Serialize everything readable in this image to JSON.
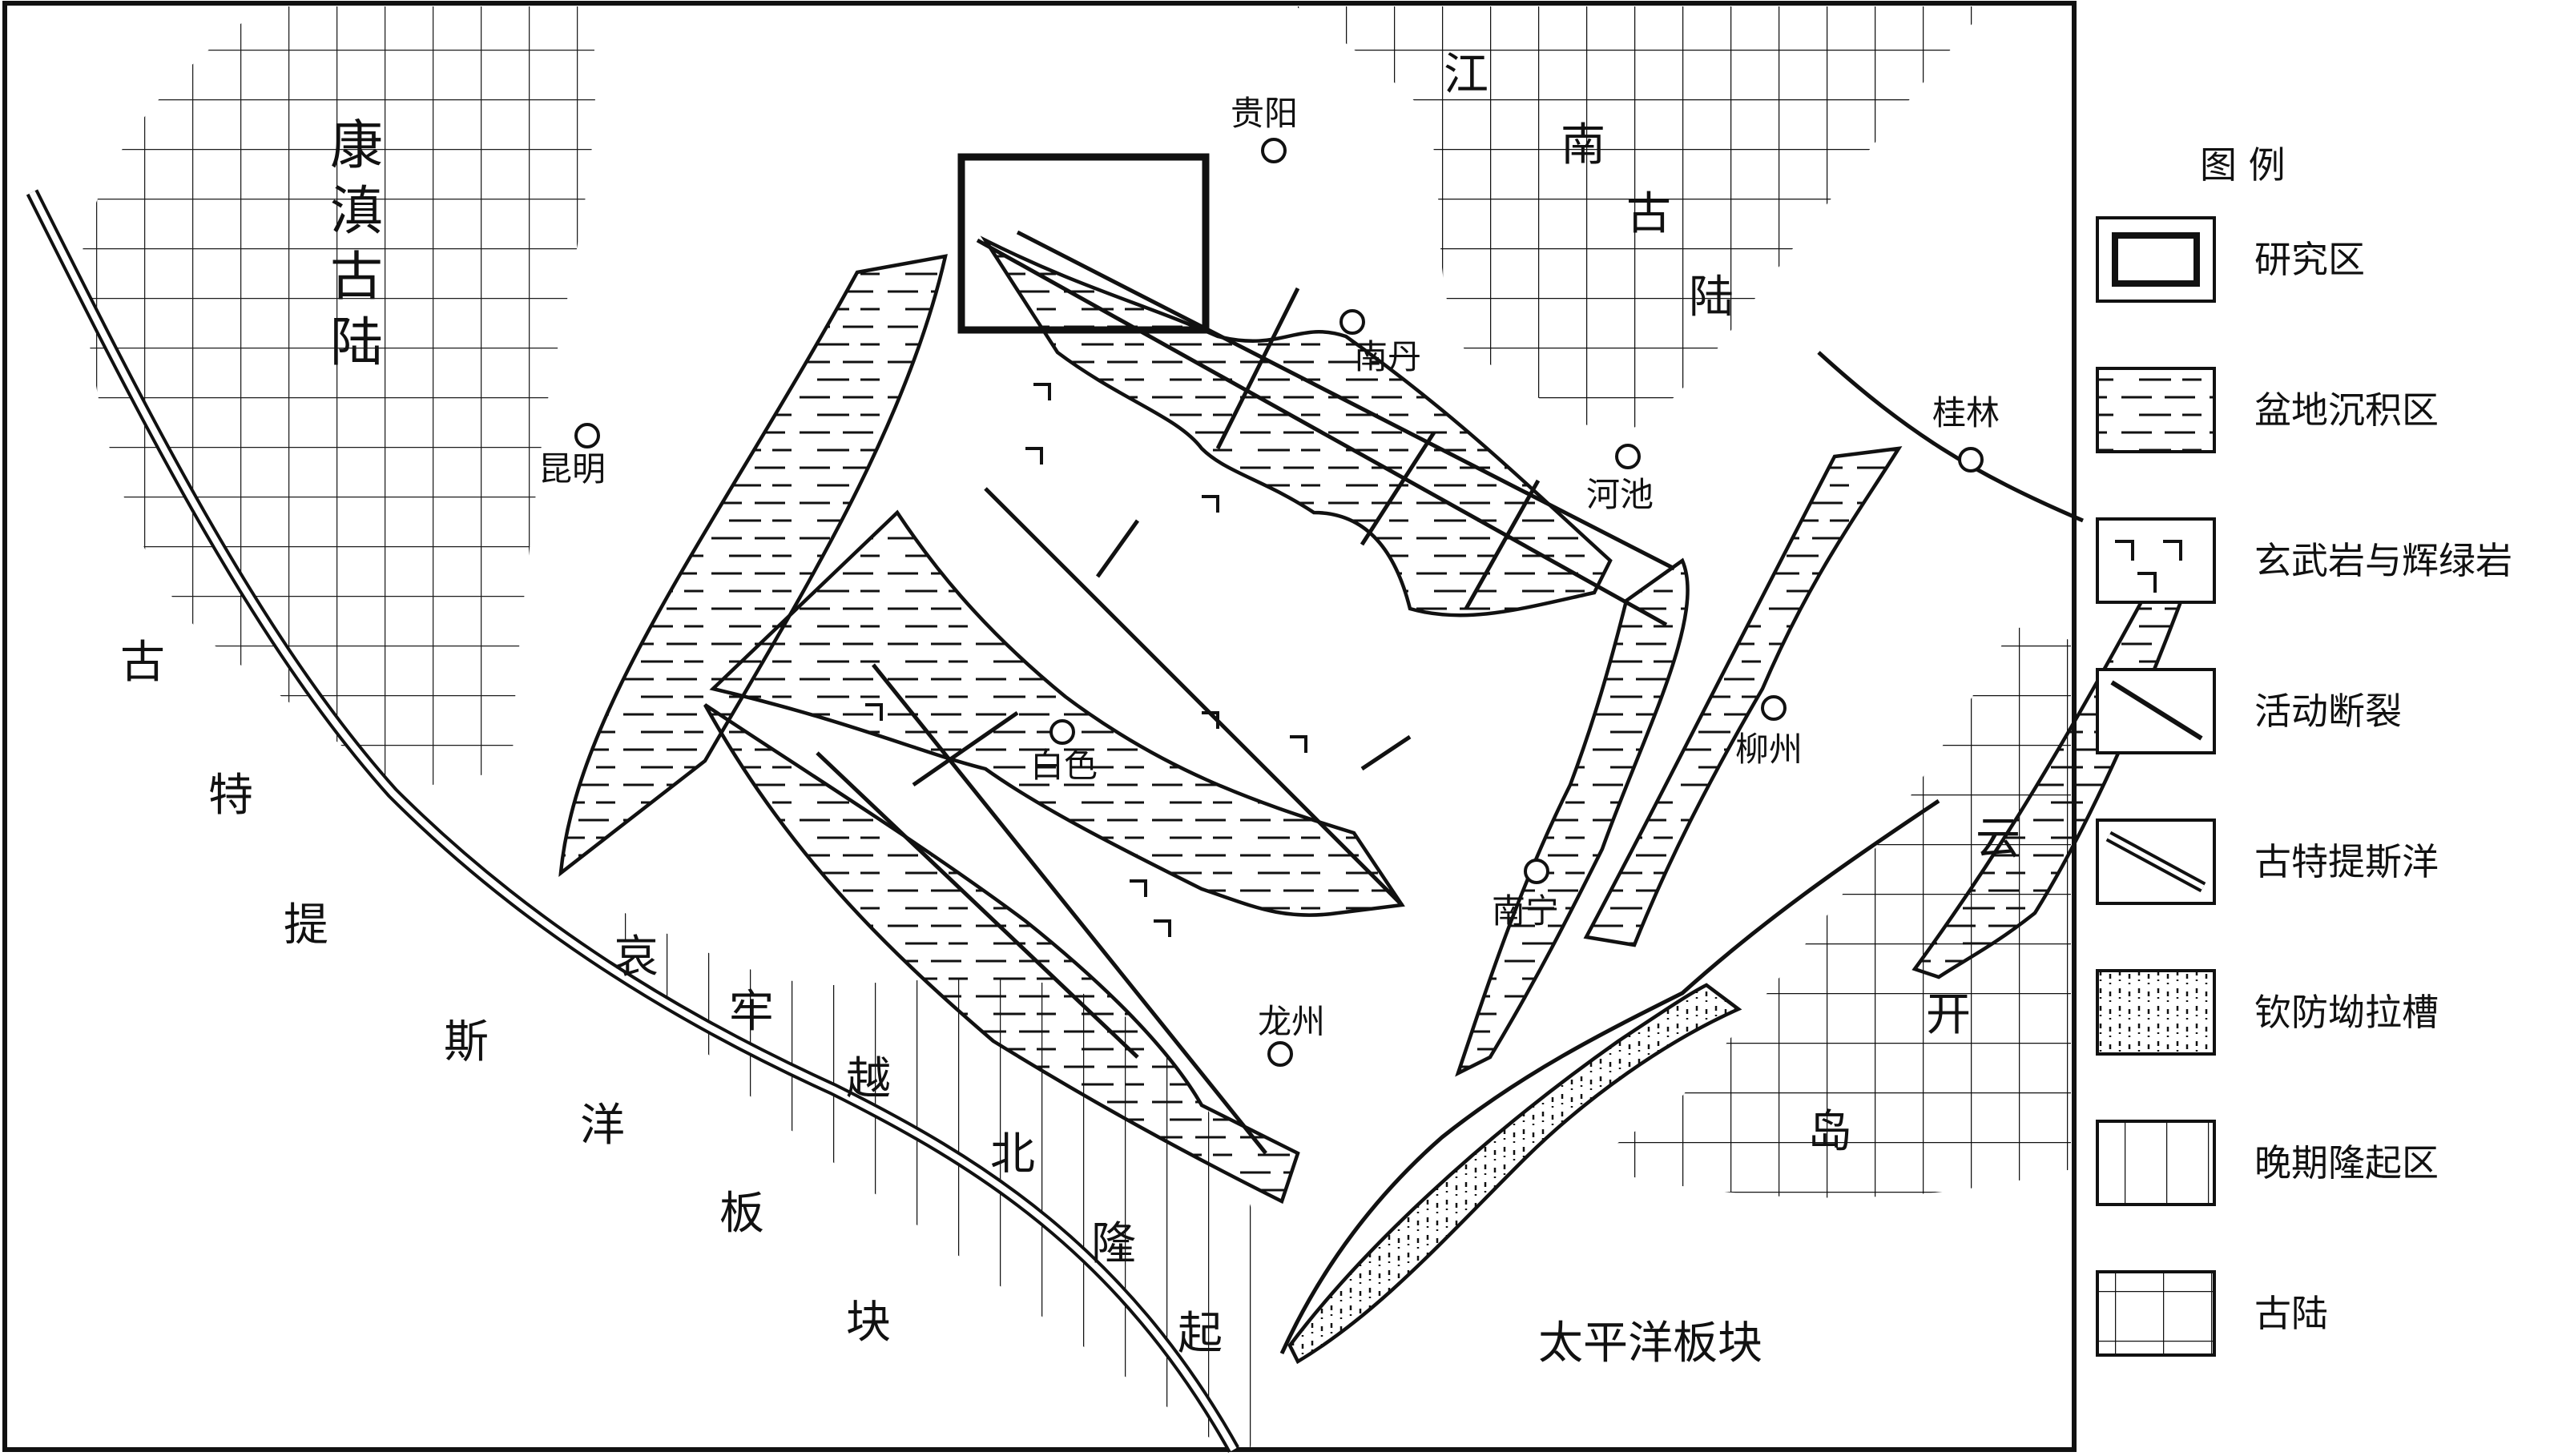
{
  "map": {
    "regions": {
      "kangdian": [
        "康",
        "滇",
        "古",
        "陆"
      ],
      "jiangnan": [
        "江",
        "南",
        "古",
        "陆"
      ],
      "yunkai": [
        "云",
        "开",
        "岛"
      ],
      "paleo_tethys_plate": [
        "古",
        "特",
        "提",
        "斯",
        "洋",
        "板",
        "块"
      ],
      "ailao_uplift": [
        "哀",
        "牢",
        "越",
        "北",
        "隆",
        "起"
      ],
      "pacific_plate": "太平洋板块"
    },
    "cities": {
      "guiyang": "贵阳",
      "kunming": "昆明",
      "nandan": "南丹",
      "hechi": "河池",
      "guilin": "桂林",
      "baise": "白色",
      "liuzhou": "柳州",
      "nanning": "南宁",
      "longzhou": "龙州"
    }
  },
  "legend": {
    "title": "图 例",
    "items": [
      {
        "key": "study_area",
        "label": "研究区"
      },
      {
        "key": "basin_sediment",
        "label": "盆地沉积区"
      },
      {
        "key": "basalt_diabase",
        "label": "玄武岩与辉绿岩"
      },
      {
        "key": "active_fault",
        "label": "活动断裂"
      },
      {
        "key": "paleo_tethys_ocean",
        "label": "古特提斯洋"
      },
      {
        "key": "qinfang_trough",
        "label": "钦防坳拉槽"
      },
      {
        "key": "late_uplift",
        "label": "晚期隆起区"
      },
      {
        "key": "ancient_land",
        "label": "古陆"
      }
    ]
  },
  "colors": {
    "ink": "#111111",
    "paper": "#ffffff"
  }
}
